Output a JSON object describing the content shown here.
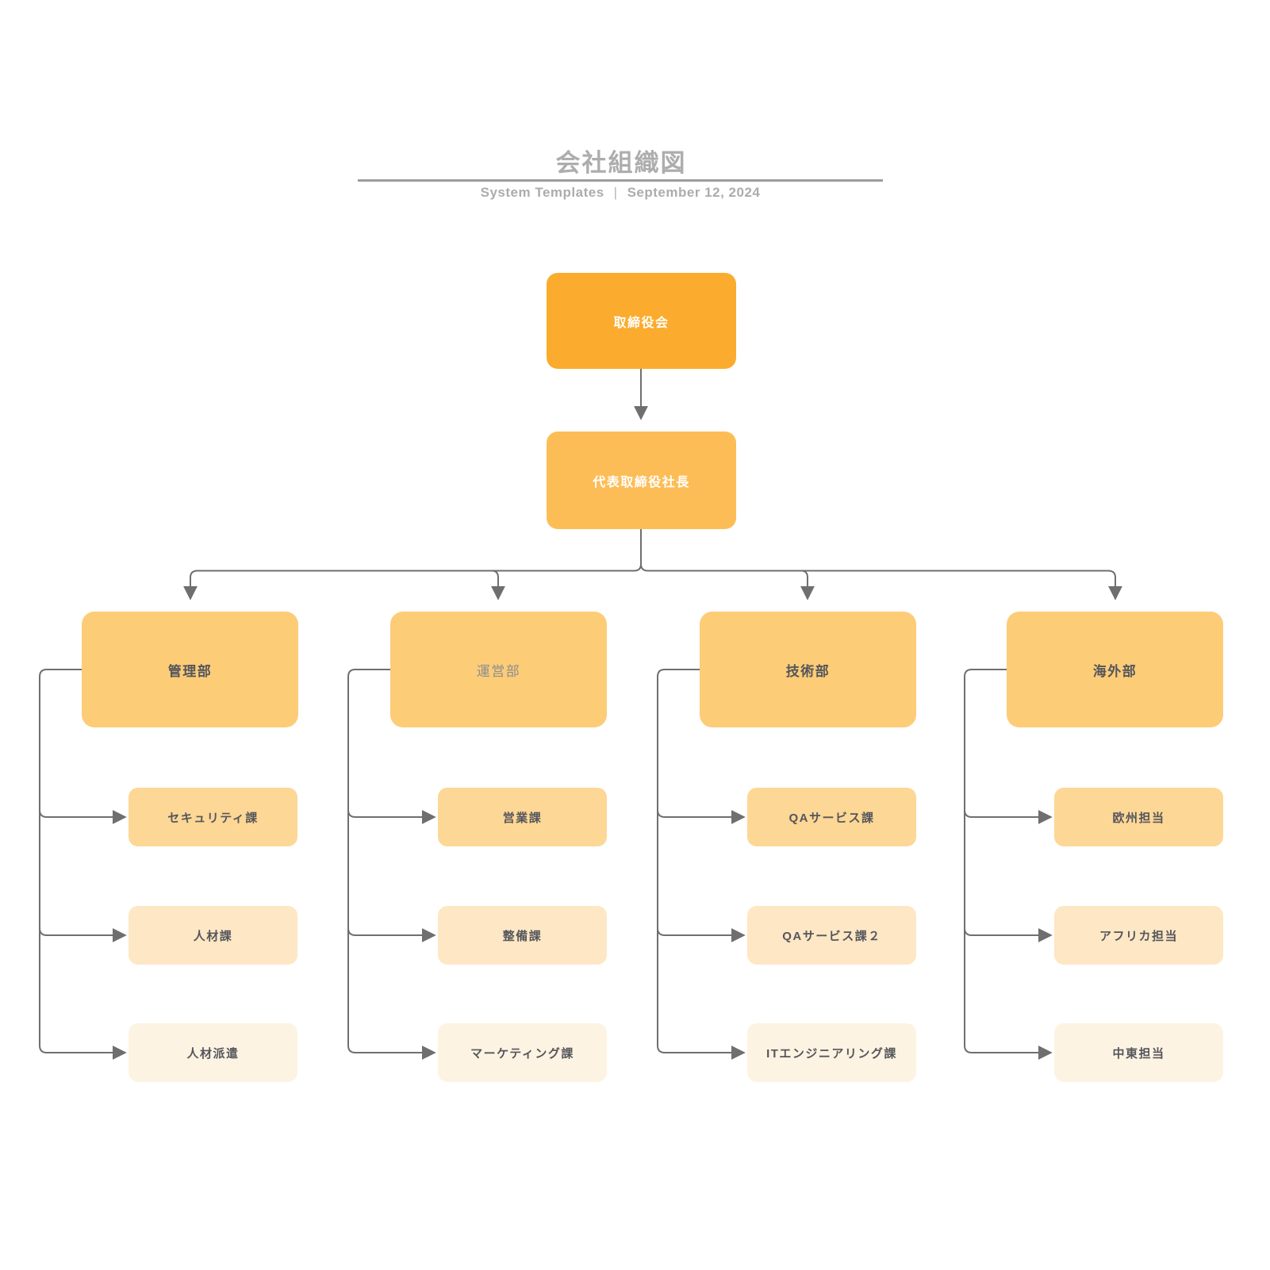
{
  "header": {
    "title": "会社組織図",
    "byline": "System Templates",
    "separator": "|",
    "date": "September 12, 2024"
  },
  "org": {
    "root": {
      "label": "取締役会"
    },
    "president": {
      "label": "代表取締役社長"
    },
    "departments": [
      {
        "label": "管理部",
        "children": [
          {
            "label": "セキュリティ課"
          },
          {
            "label": "人材課"
          },
          {
            "label": "人材派遣"
          }
        ]
      },
      {
        "label": "運営部",
        "children": [
          {
            "label": "営業課"
          },
          {
            "label": "整備課"
          },
          {
            "label": "マーケティング課"
          }
        ]
      },
      {
        "label": "技術部",
        "children": [
          {
            "label": "QAサービス課"
          },
          {
            "label": "QAサービス課２"
          },
          {
            "label": "ITエンジニアリング課"
          }
        ]
      },
      {
        "label": "海外部",
        "children": [
          {
            "label": "欧州担当"
          },
          {
            "label": "アフリカ担当"
          },
          {
            "label": "中東担当"
          }
        ]
      }
    ]
  },
  "colors": {
    "level1": "#FBAB2D",
    "level2": "#FDBD56",
    "dept": "#FCCC77",
    "child_row1": "#FDD795",
    "child_row2": "#FEE7C5",
    "child_row3": "#FDF3E2",
    "connector": "#6F6F6F",
    "heading_gray": "#ADADAD"
  }
}
